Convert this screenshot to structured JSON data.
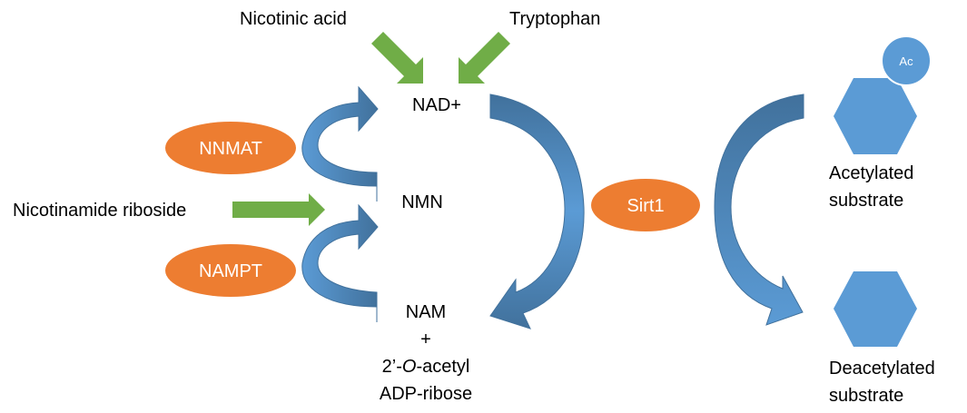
{
  "inputs": {
    "nicotinic_acid": "Nicotinic acid",
    "tryptophan": "Tryptophan",
    "nicotinamide_riboside": "Nicotinamide riboside"
  },
  "metabolites": {
    "nad": "NAD+",
    "nmn": "NMN",
    "nam": "NAM",
    "plus": "+",
    "acetyl_prefix": "2’-",
    "acetyl_italic": "O",
    "acetyl_suffix": "-acetyl",
    "adp_ribose": "ADP-ribose"
  },
  "enzymes": {
    "nnmat": "NNMAT",
    "nampt": "NAMPT",
    "sirt1": "Sirt1"
  },
  "substrates": {
    "acetyl_tag": "Ac",
    "acetylated_line1": "Acetylated",
    "acetylated_line2": "substrate",
    "deacetylated_line1": "Deacetylated",
    "deacetylated_line2": "substrate"
  },
  "colors": {
    "green_arrow": "#70ad47",
    "blue_light": "#5b9bd5",
    "blue_dark": "#41719c",
    "enzyme_orange": "#ed7d31",
    "hexagon_blue": "#5b9bd5"
  }
}
